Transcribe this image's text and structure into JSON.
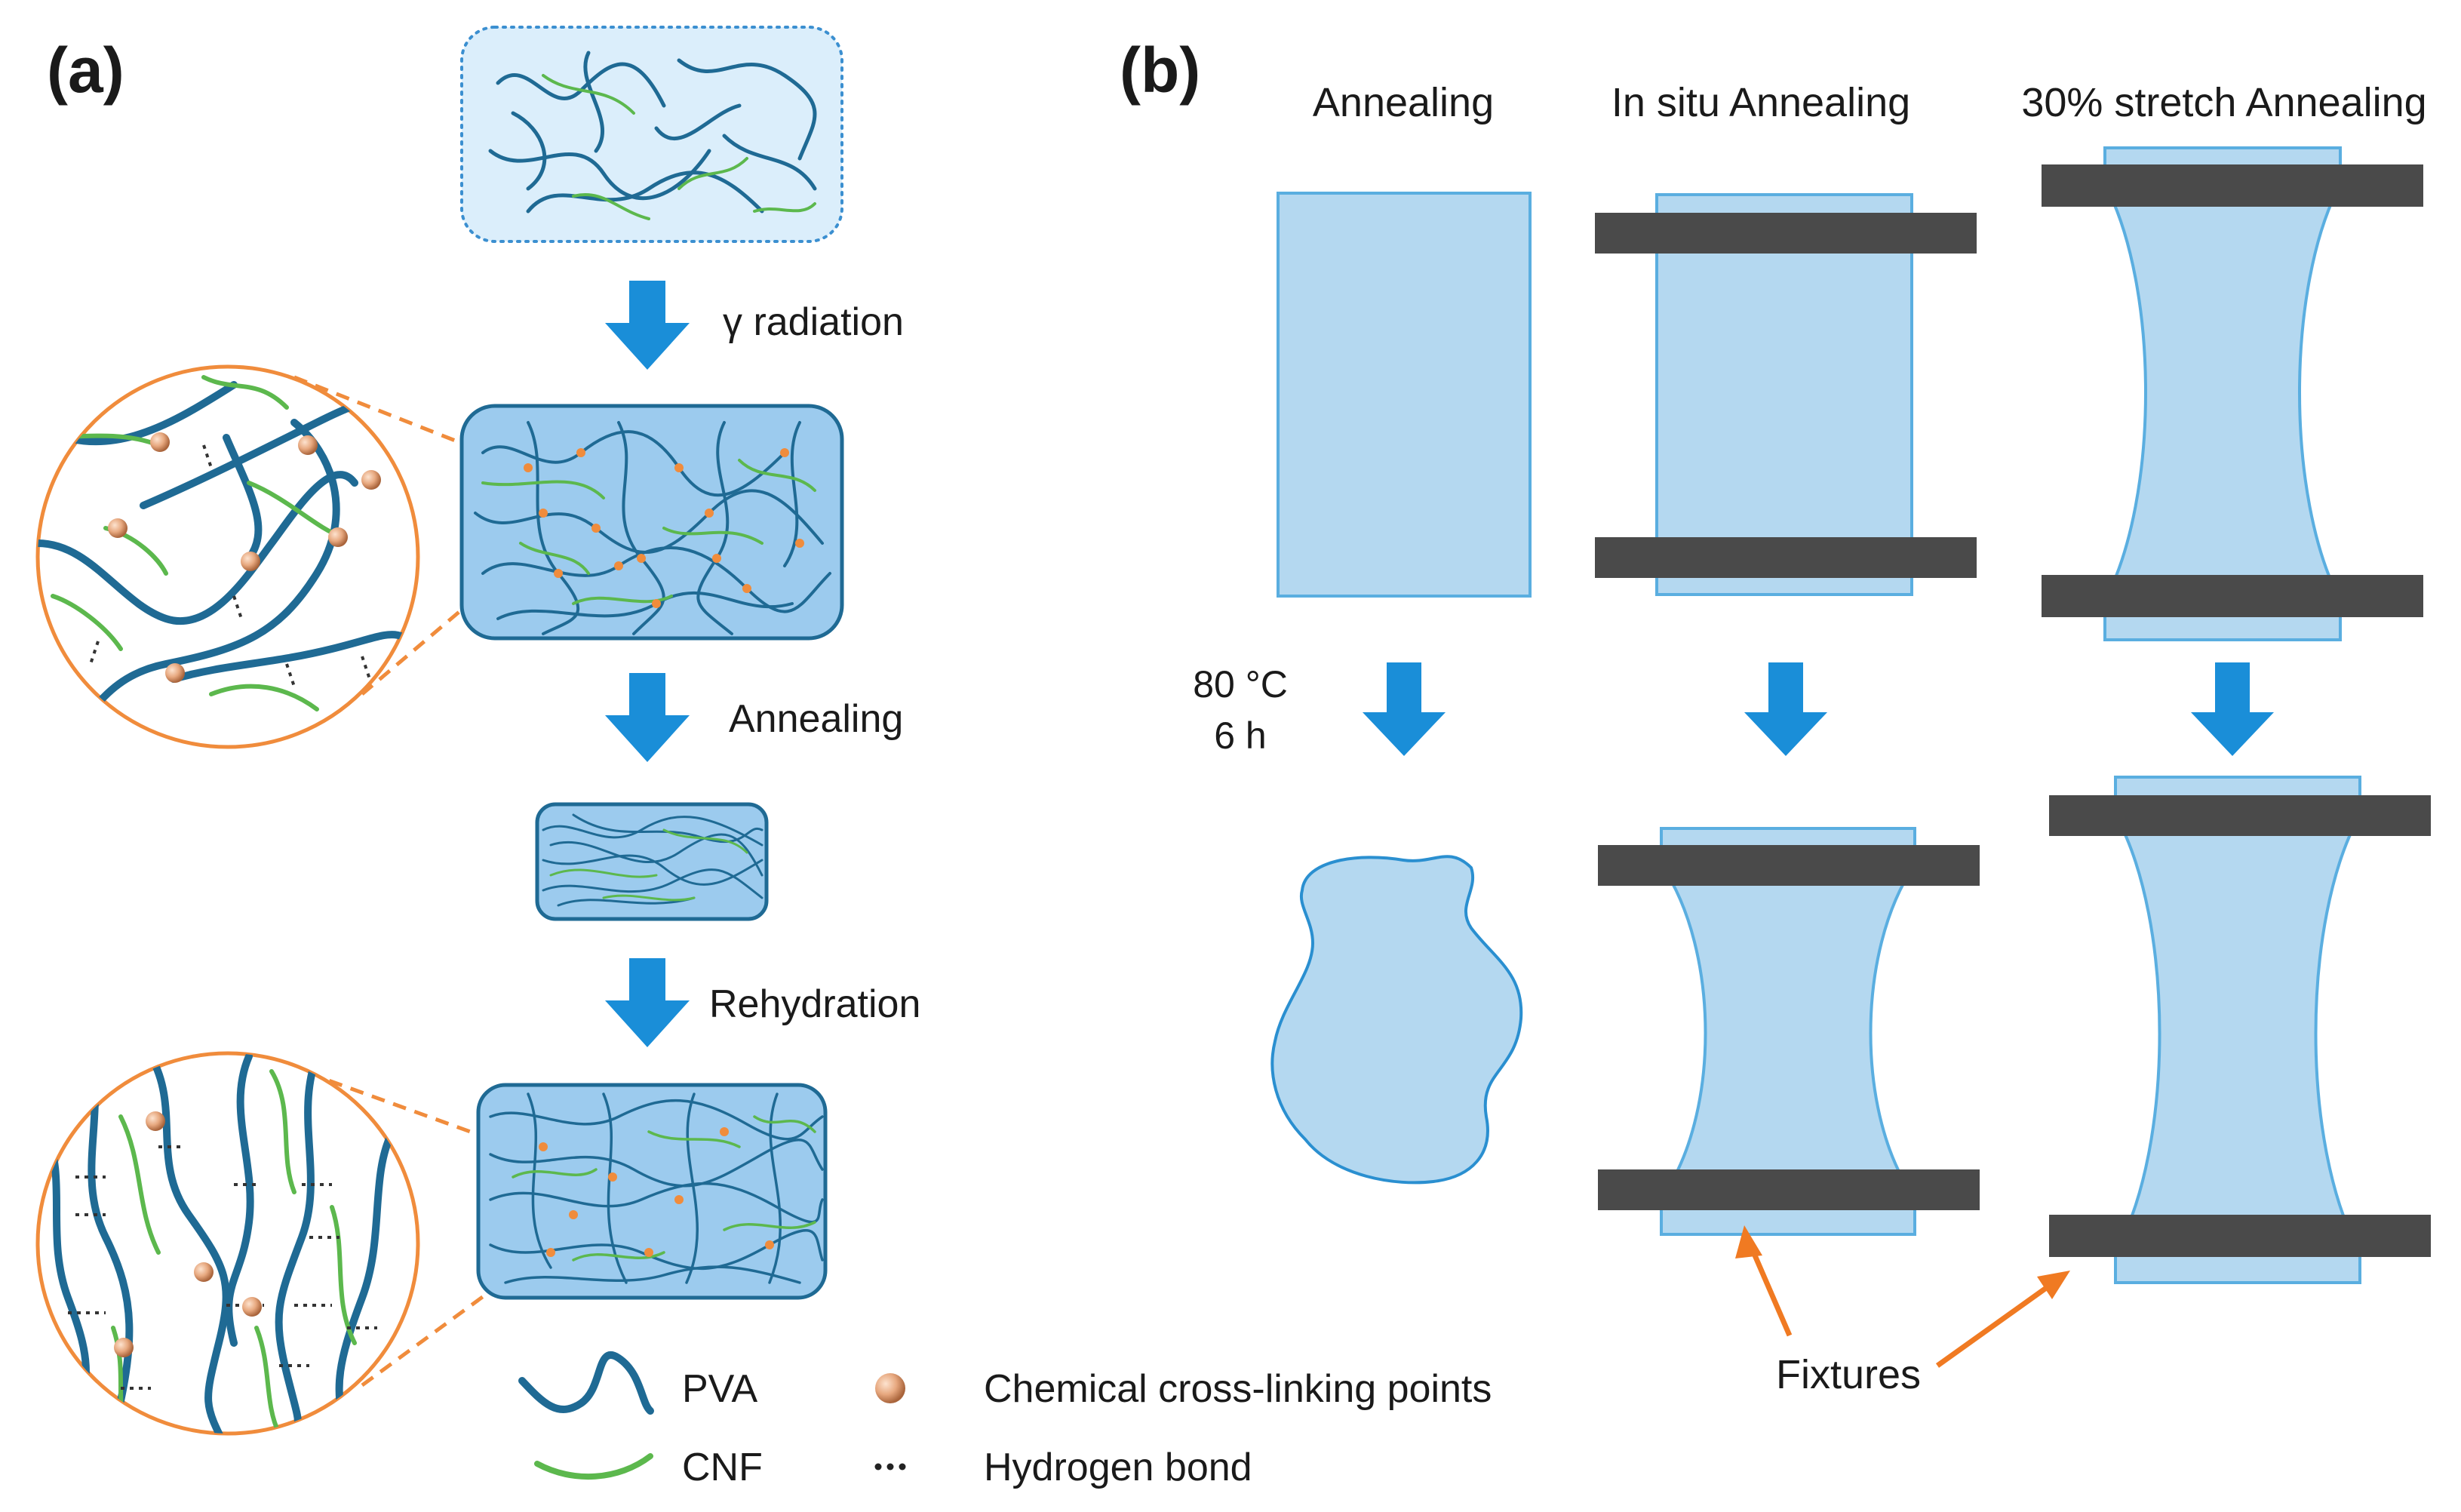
{
  "panel_a": {
    "label": "(a)",
    "steps": [
      "γ radiation",
      "Annealing",
      "Rehydration"
    ]
  },
  "panel_b": {
    "label": "(b)",
    "columns": [
      "Annealing",
      "In situ Annealing",
      "30% stretch Annealing"
    ],
    "condition_temp": "80 °C",
    "condition_time": "6 h",
    "fixtures_label": "Fixtures"
  },
  "legend": {
    "pva": "PVA",
    "cnf": "CNF",
    "crosslink": "Chemical cross-linking points",
    "hbond": "Hydrogen bond"
  },
  "colors": {
    "pva_chain": "#1f6a94",
    "cnf_fiber": "#5cb84d",
    "gel_fill": "#b4d8f0",
    "gel_border": "#2a8fd0",
    "arrow": "#1a8ed8",
    "fixture": "#4a4a4a",
    "zoom_ring": "#f08c3c",
    "crosslink": "#e7a87f"
  }
}
